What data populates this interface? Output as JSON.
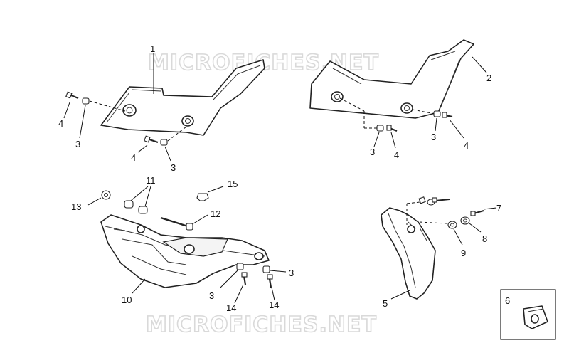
{
  "watermark": {
    "text": "MICROFICHES.NET"
  },
  "callouts": {
    "c1": "1",
    "c2": "2",
    "c3a": "3",
    "c3b": "3",
    "c3c": "3",
    "c3d": "3",
    "c3e": "3",
    "c3f": "3",
    "c4a": "4",
    "c4b": "4",
    "c4c": "4",
    "c4d": "4",
    "c5": "5",
    "c6": "6",
    "c7": "7",
    "c8": "8",
    "c9": "9",
    "c10": "10",
    "c11": "11",
    "c12": "12",
    "c13": "13",
    "c14a": "14",
    "c14b": "14",
    "c15": "15"
  },
  "detail_box": {
    "label": "6"
  }
}
